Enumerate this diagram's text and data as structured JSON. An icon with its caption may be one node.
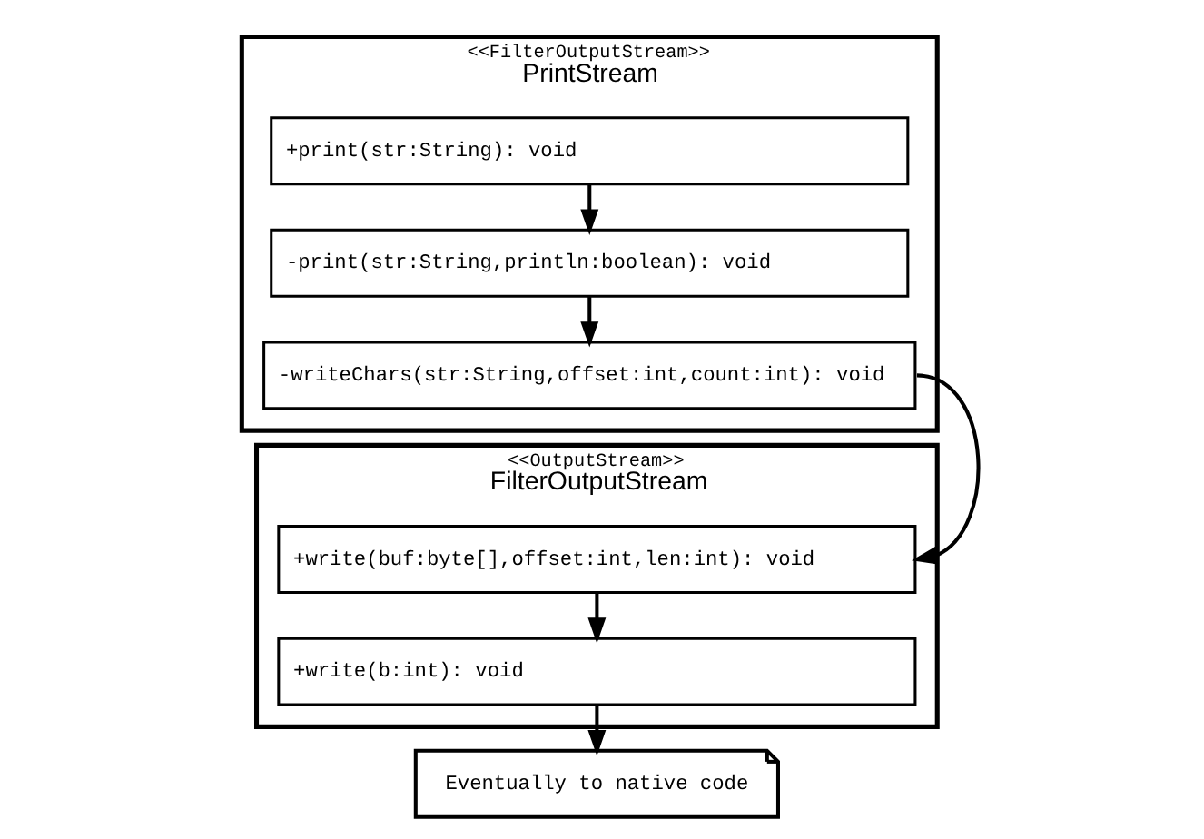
{
  "diagram": {
    "nodes": [
      {
        "text": [
          "<<FilterOutputStream>>",
          "PrintStream"
        ]
      },
      {
        "text": [
          "+print(str:String): void"
        ],
        "in": 0
      },
      {
        "text": [
          "-print(str:String,println:boolean): void"
        ],
        "in": 0
      },
      {
        "text": [
          "-writeChars(str:String,offset:int,count:int): void"
        ],
        "in": 0
      },
      {
        "text": [
          "<<OutputStream>>",
          "FilterOutputStream"
        ]
      },
      {
        "text": [
          "+write(buf:byte[],offset:int,len:int): void"
        ],
        "in": 4
      },
      {
        "text": [
          "+write(b:int): void"
        ],
        "in": 4
      },
      {
        "text": [
          "Eventually to native code"
        ]
      }
    ],
    "edges": [
      {
        "from": 1,
        "to": 2,
        "arrow": "to"
      },
      {
        "from": 2,
        "to": 3,
        "arrow": "to"
      },
      {
        "from": 3,
        "to": 5,
        "arrow": "to"
      },
      {
        "from": 5,
        "to": 6,
        "arrow": "to"
      },
      {
        "from": 6,
        "to": 7,
        "arrow": "to"
      }
    ]
  }
}
